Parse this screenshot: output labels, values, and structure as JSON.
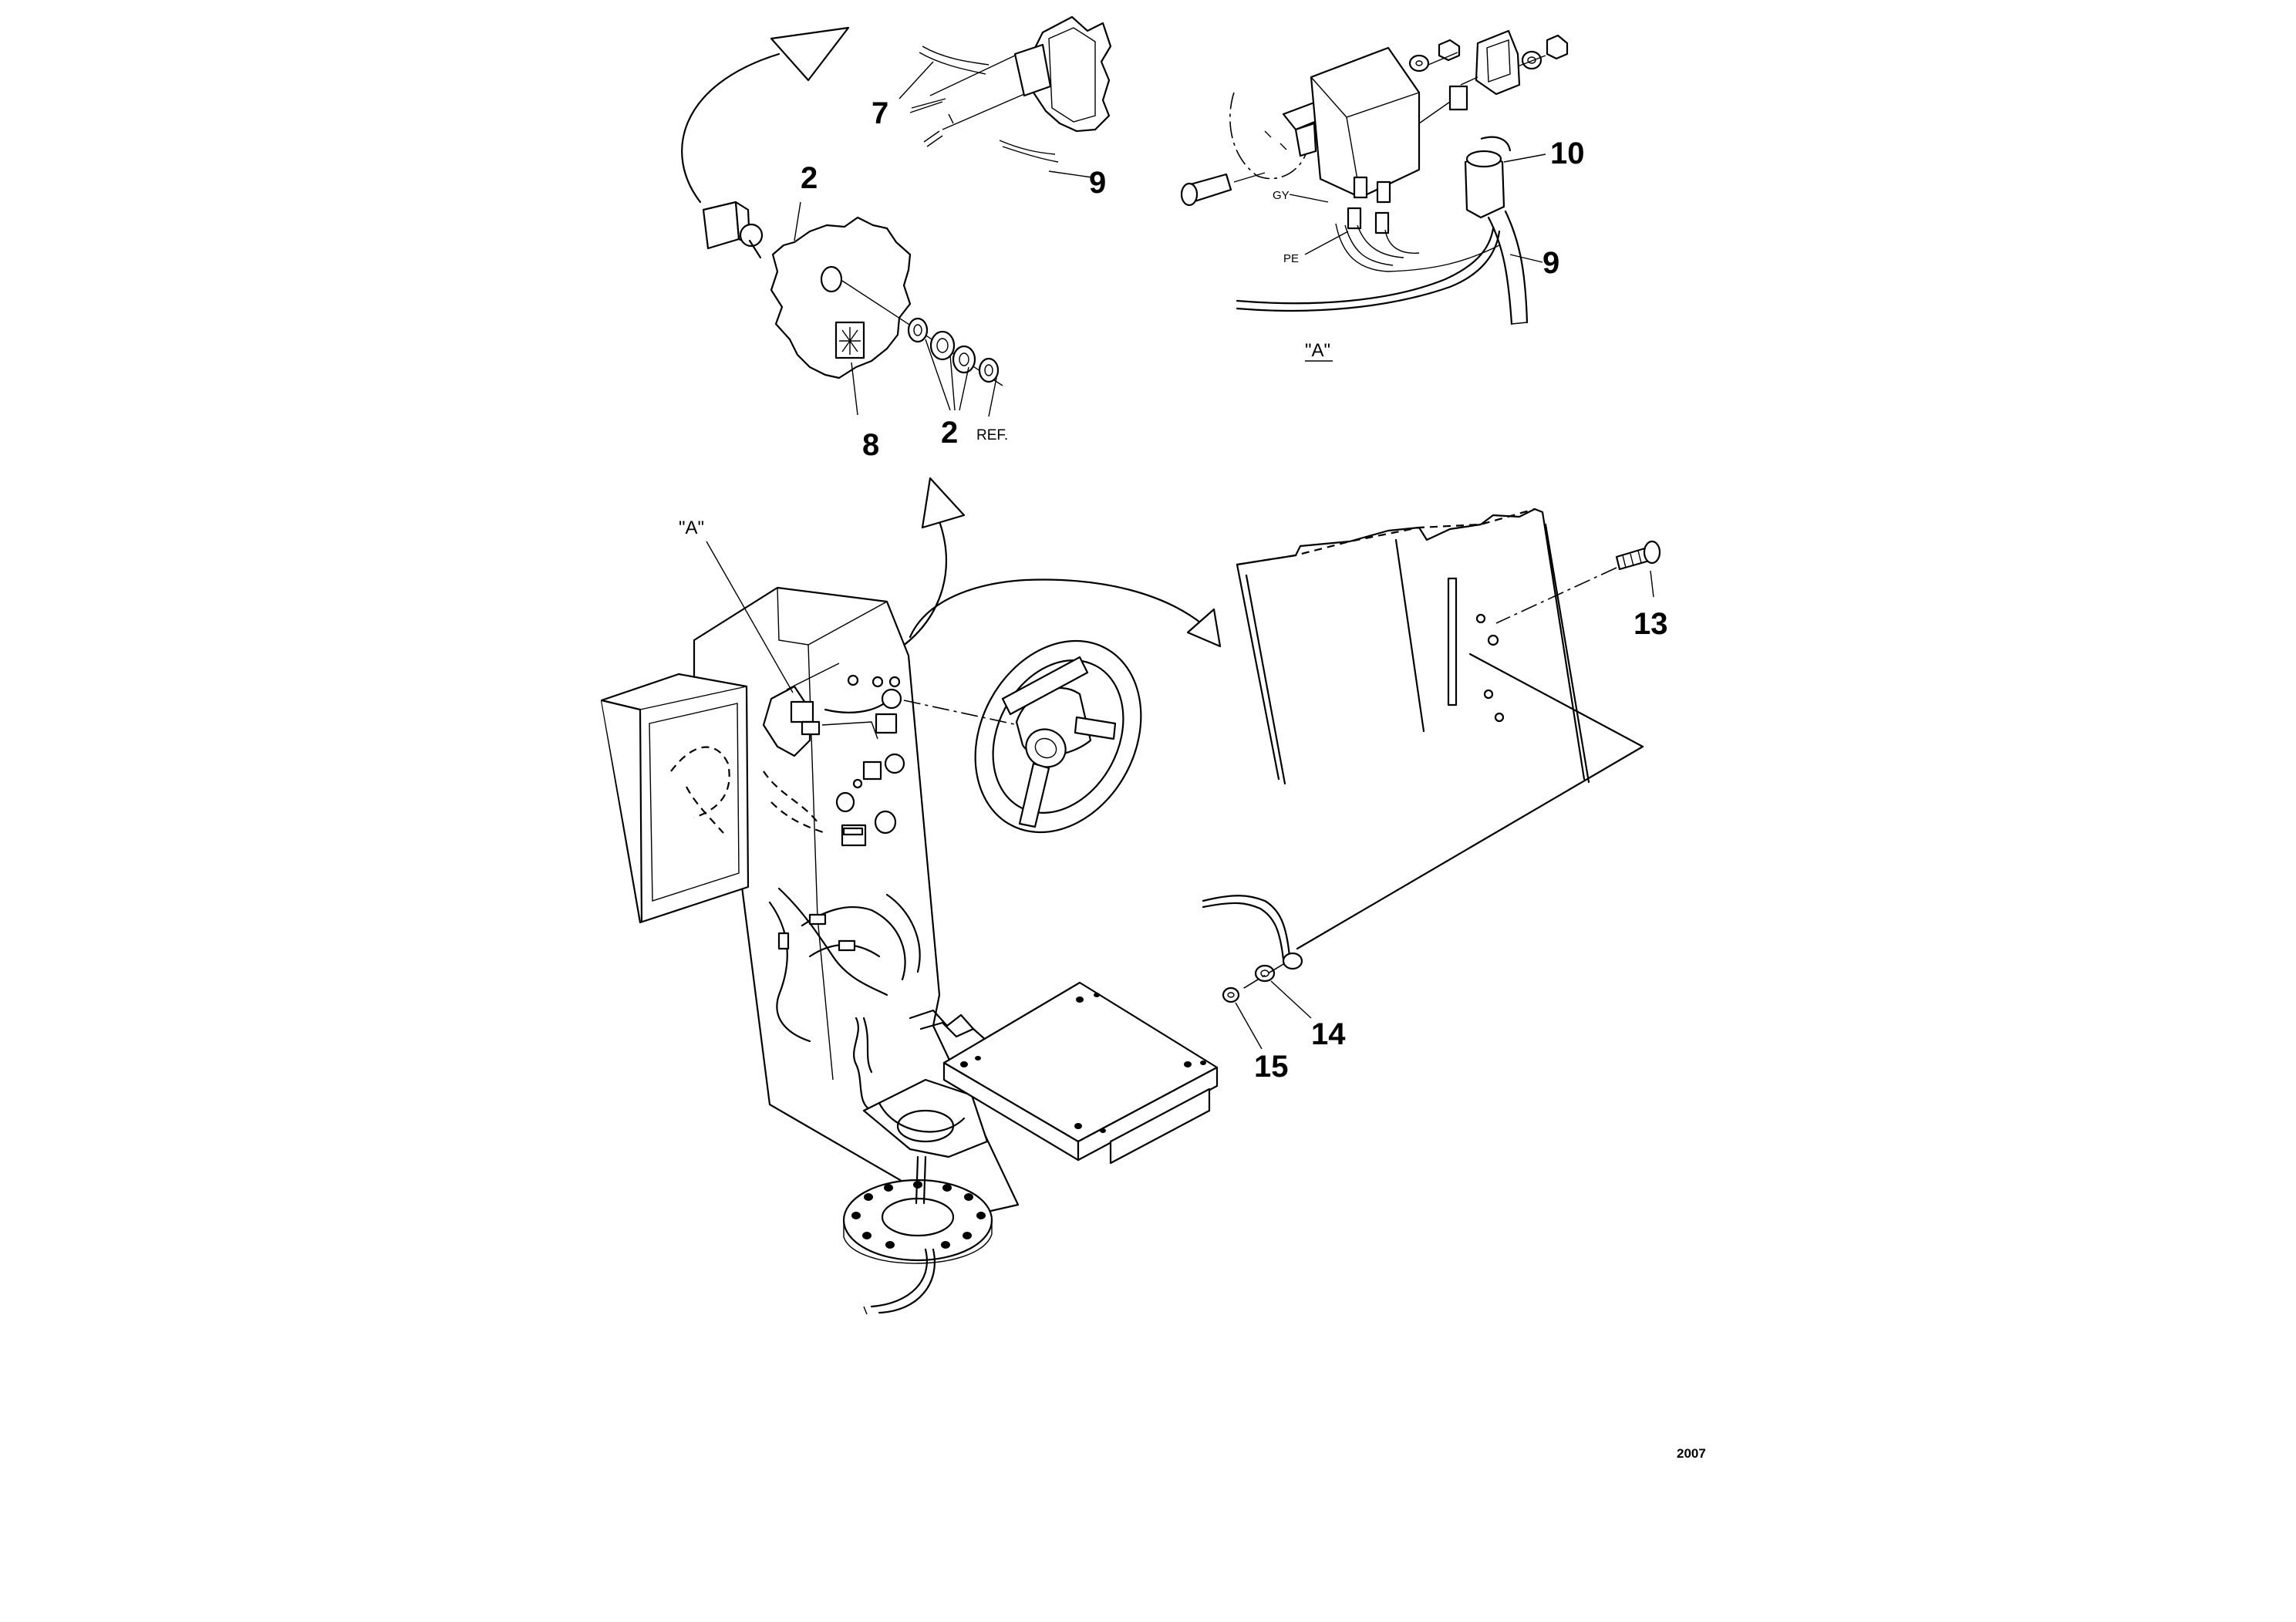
{
  "callouts": {
    "c2_top": "2",
    "c7": "7",
    "c9_top": "9",
    "c8": "8",
    "c2_bottom": "2",
    "c10": "10",
    "c9_right": "9",
    "c13": "13",
    "c14": "14",
    "c15": "15"
  },
  "labels": {
    "ref": "REF.",
    "view_a_title": "\"A\"",
    "view_a_pointer": "\"A\"",
    "wire_gy": "GY",
    "wire_pe": "PE"
  },
  "figure_number": "2007"
}
